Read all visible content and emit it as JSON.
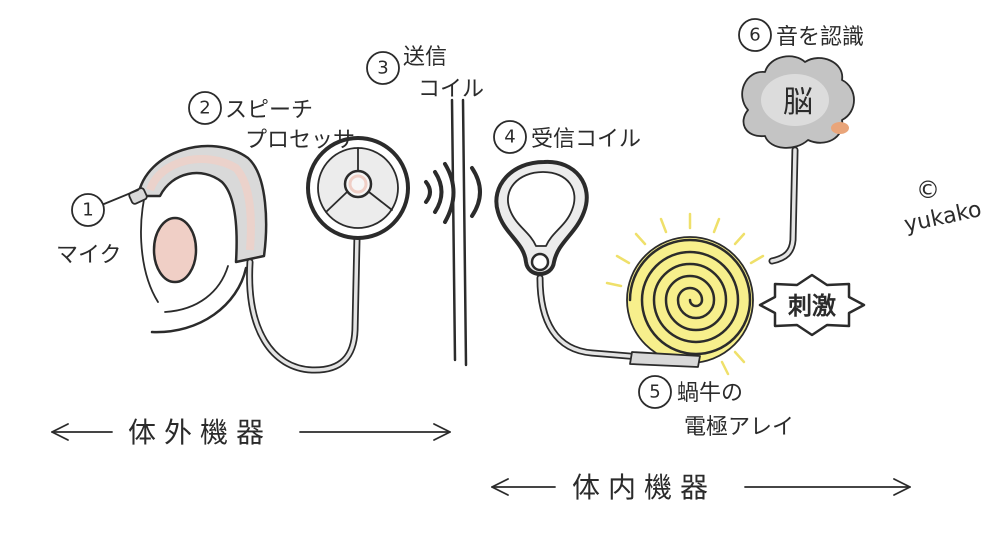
{
  "labels": {
    "mic": {
      "num": "1",
      "text": "マイク"
    },
    "processor": {
      "num": "2",
      "line1": "スピーチ",
      "line2": "プロセッサ"
    },
    "transmit_coil": {
      "num": "3",
      "line1": "送信",
      "line2": "コイル"
    },
    "receive_coil": {
      "num": "4",
      "text": "受信コイル"
    },
    "electrode_array": {
      "num": "5",
      "line1": "蝸牛の",
      "line2": "電極アレイ"
    },
    "sound_recognition": {
      "num": "6",
      "text": "音を認識"
    }
  },
  "brain": {
    "label": "脳"
  },
  "stimulation": {
    "label": "刺激"
  },
  "credit": {
    "symbol": "©",
    "author": "yukako"
  },
  "sections": {
    "external": "体外機器",
    "internal": "体内機器"
  },
  "colors": {
    "ink": "#2b2b2b",
    "pencil": "#9a9a9a",
    "skin": "#f0cfc6",
    "cochlea": "#f7ef8c",
    "glow": "#efe06a",
    "brain": "#c4c4c4",
    "brain_accent": "#e9a57a",
    "device": "#d9d9d9"
  }
}
